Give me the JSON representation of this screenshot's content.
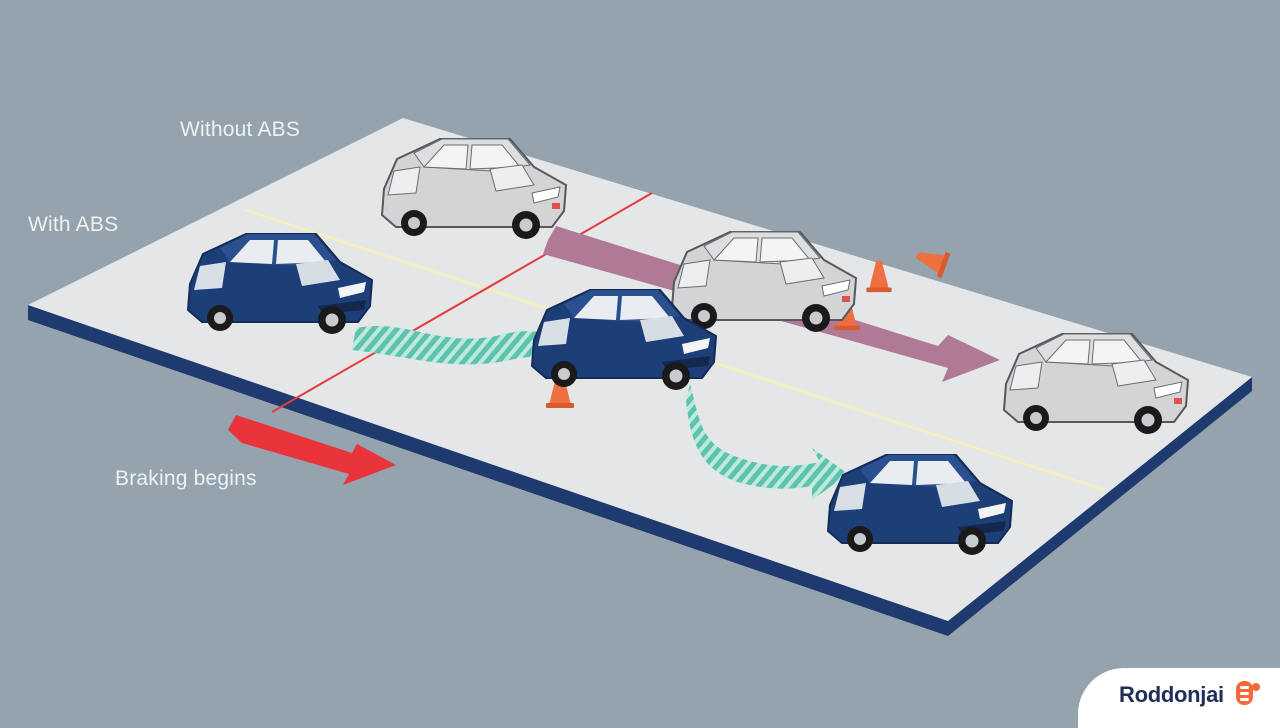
{
  "labels": {
    "without_abs": "Without ABS",
    "with_abs": "With ABS",
    "braking_begins": "Braking begins"
  },
  "brand": {
    "name": "Roddonjai"
  },
  "colors": {
    "background": "#94a3ad",
    "road_surface": "#e4e6e8",
    "road_edge": "#1e3a6e",
    "center_line": "#f2efc2",
    "braking_line": "#e63a3a",
    "braking_arrow": "#e8343a",
    "path_without_abs": "#b07a96",
    "path_with_abs": "#5cc4ad",
    "car_with_abs": "#1c3f78",
    "car_without_abs": "#d2d4d6",
    "cone": "#ee7040",
    "brand_text": "#1f2f57",
    "brand_accent": "#f36a3a"
  }
}
